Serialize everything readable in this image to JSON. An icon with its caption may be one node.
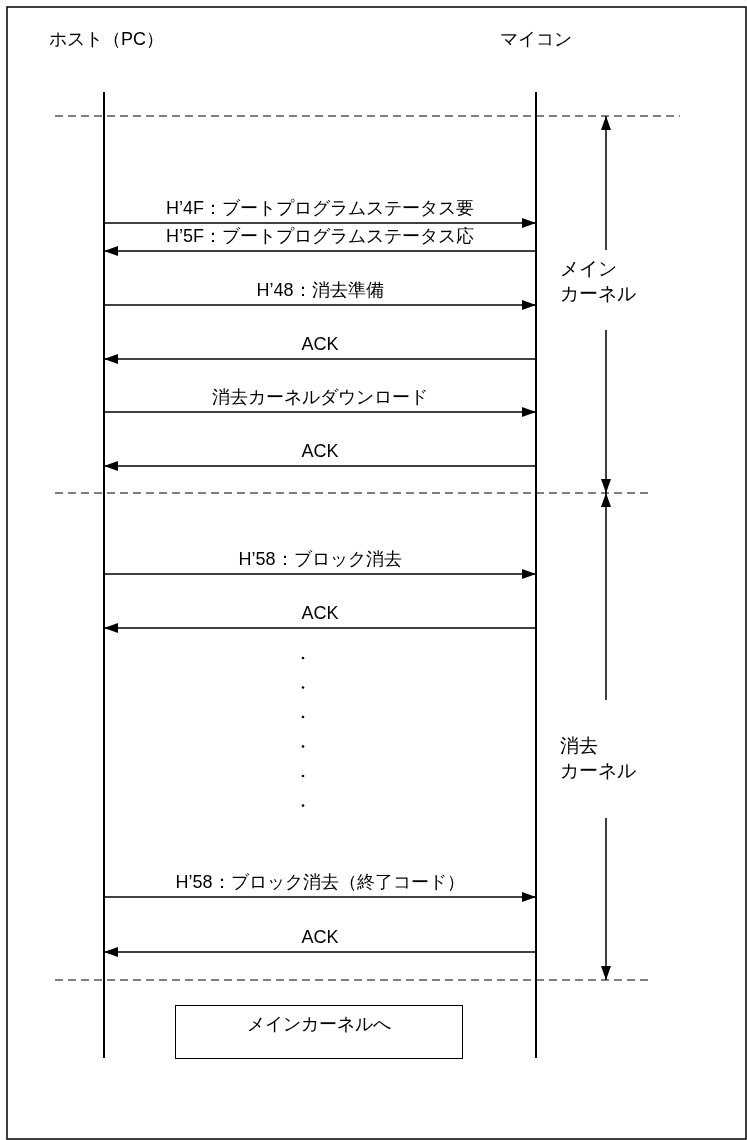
{
  "diagram": {
    "nodes": [
      {
        "text": [
          "ホスト（PC）"
        ]
      },
      {
        "text": [
          "マイコン"
        ]
      },
      {
        "text": [
          "メインカーネルへ"
        ]
      }
    ],
    "edges": [
      {
        "from": 0,
        "to": 1,
        "arrow": "to",
        "label": "H’4F：ブートプログラムステータス要"
      },
      {
        "from": 1,
        "to": 0,
        "arrow": "to",
        "label": "H’5F：ブートプログラムステータス応"
      },
      {
        "from": 0,
        "to": 1,
        "arrow": "to",
        "label": "H’48：消去準備"
      },
      {
        "from": 1,
        "to": 0,
        "arrow": "to",
        "label": "ACK"
      },
      {
        "from": 0,
        "to": 1,
        "arrow": "to",
        "label": "消去カーネルダウンロード"
      },
      {
        "from": 1,
        "to": 0,
        "arrow": "to",
        "label": "ACK"
      },
      {
        "from": 0,
        "to": 1,
        "arrow": "to",
        "label": "H’58：ブロック消去"
      },
      {
        "from": 1,
        "to": 0,
        "arrow": "to",
        "label": "ACK"
      },
      {
        "from": 0,
        "to": 1,
        "arrow": "to",
        "label": "H’58：ブロック消去（終了コード）"
      },
      {
        "from": 1,
        "to": 0,
        "arrow": "to",
        "label": "ACK"
      }
    ],
    "labels": [
      "メインカーネル",
      "消去カーネル"
    ]
  }
}
